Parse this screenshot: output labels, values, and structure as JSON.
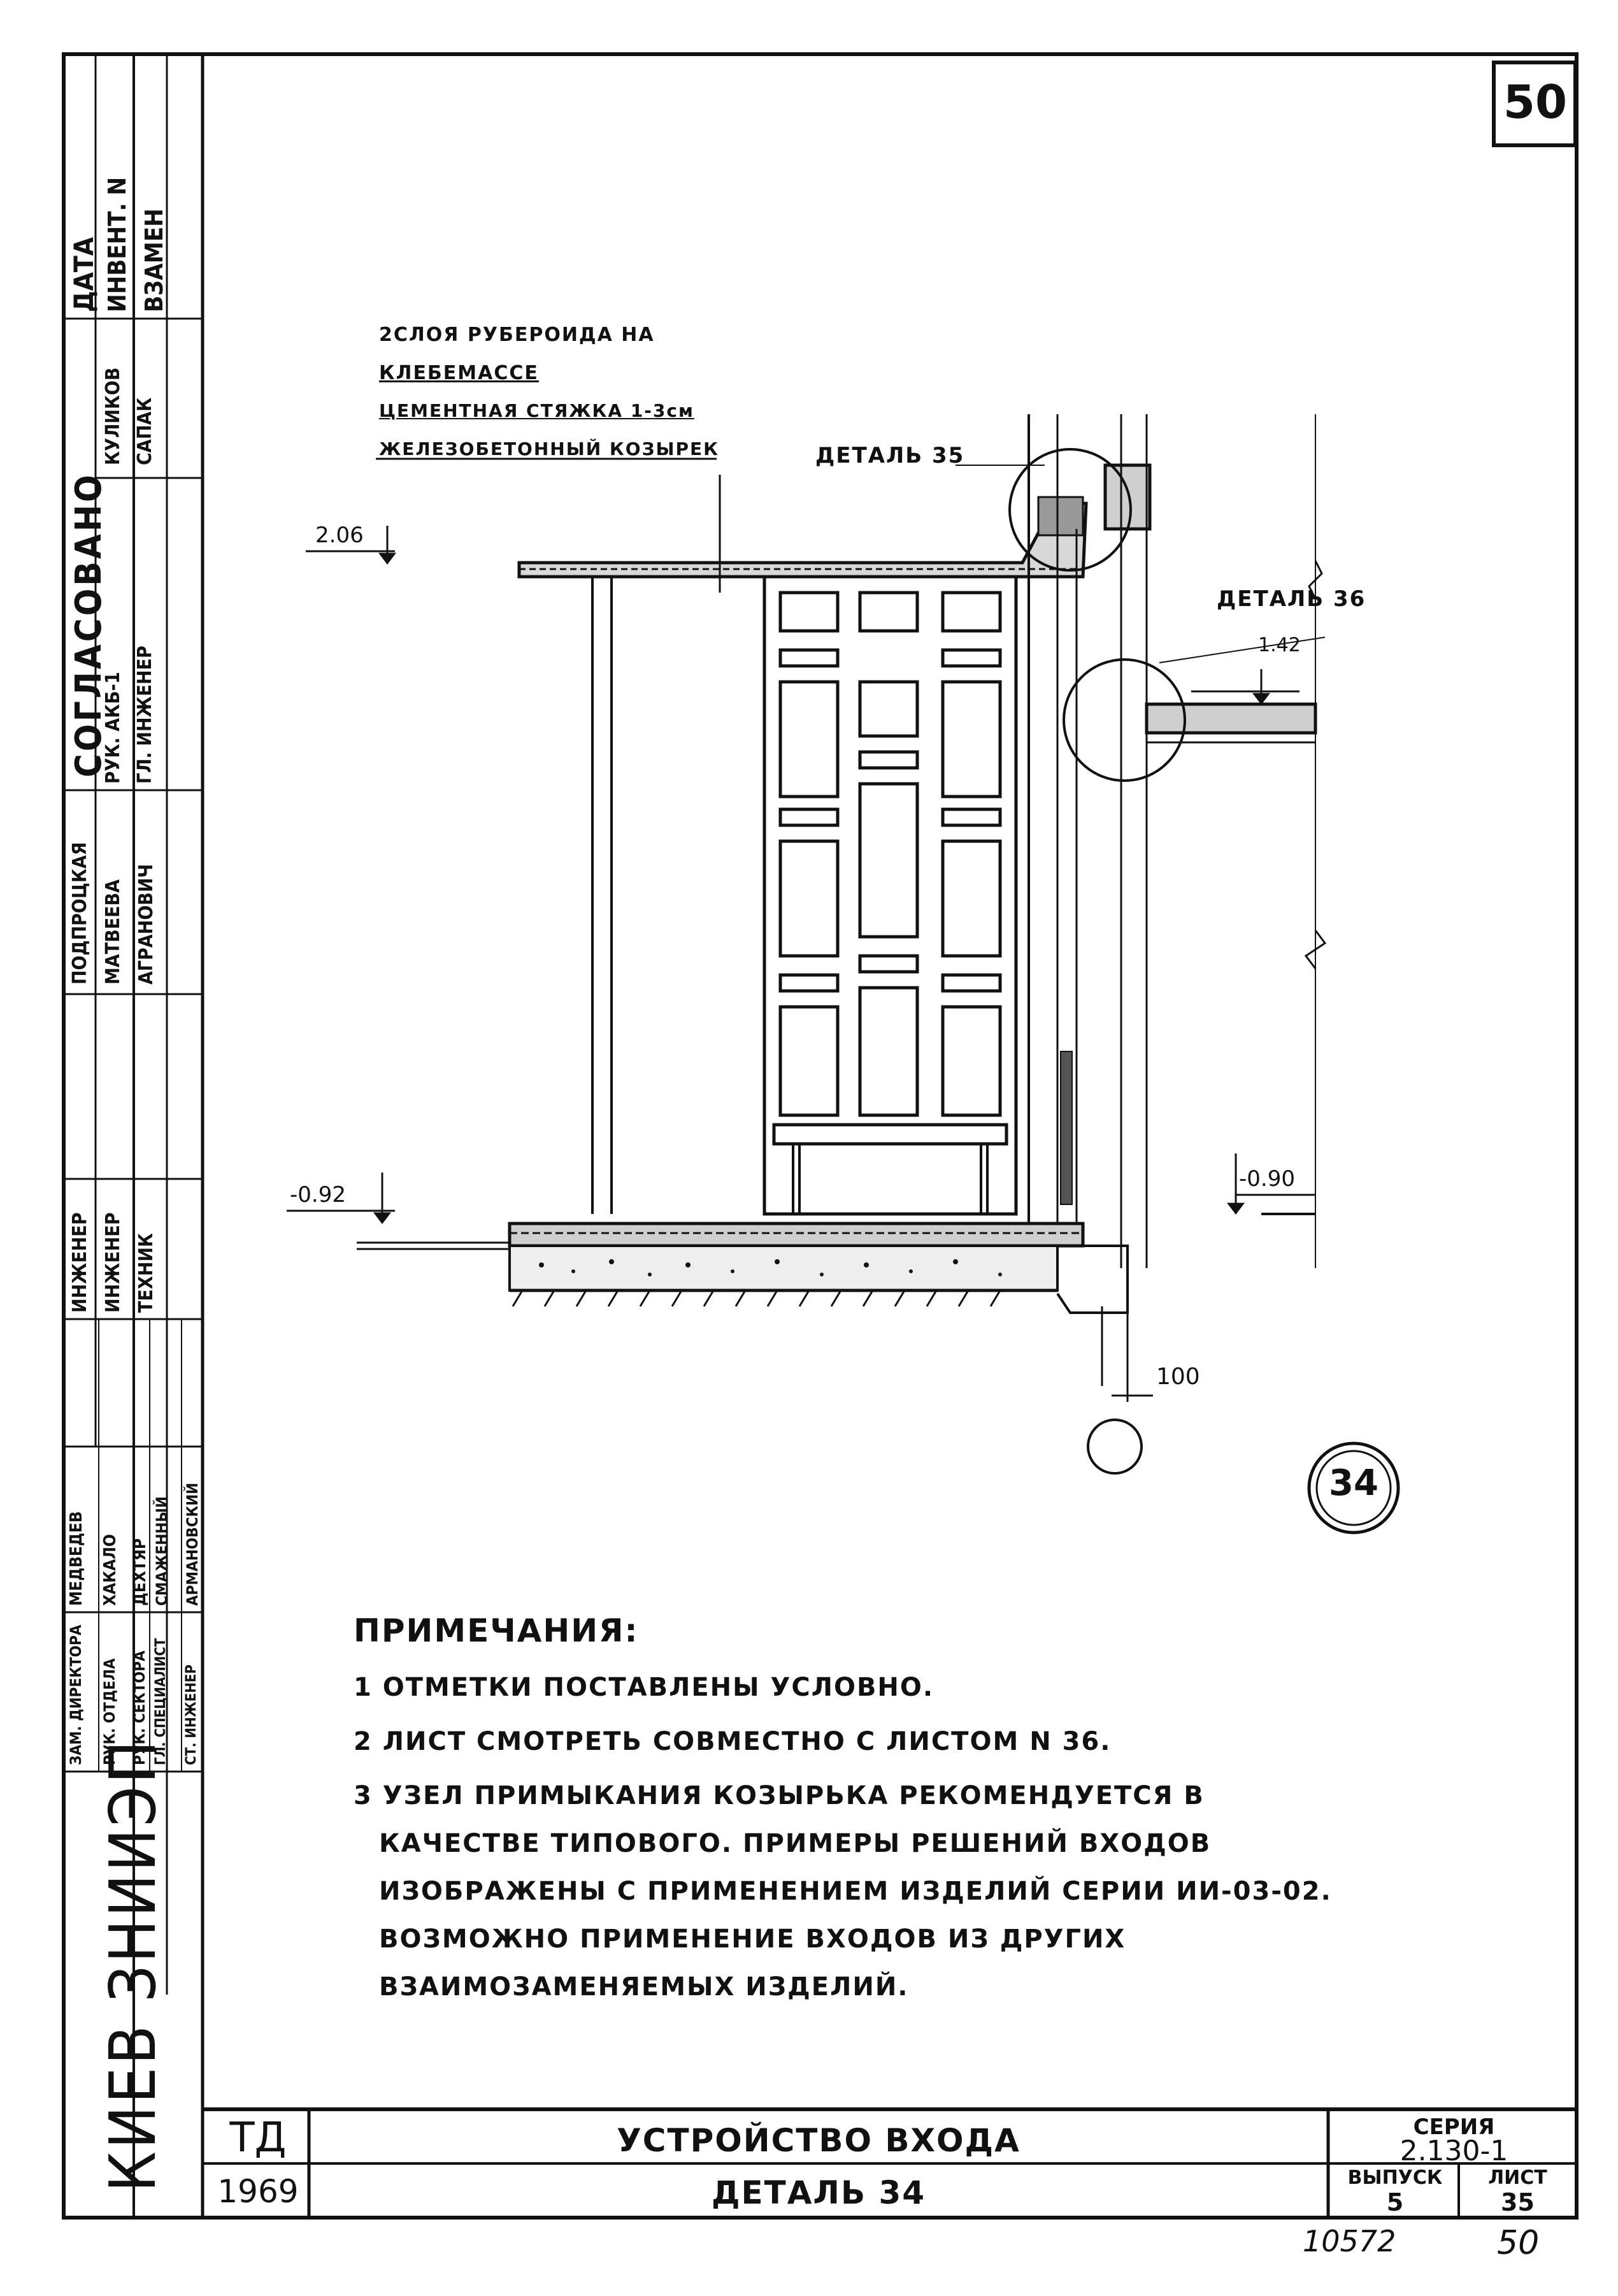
{
  "sheet_number_top": "50",
  "sidebar": {
    "headers": [
      "ДАТА",
      "ИНВЕНТ. N",
      "ВЗАМЕН"
    ],
    "agreed_title": "СОГЛАСОВАНО",
    "agreed_roles": [
      "РУК. АКБ-1",
      "ГЛ. ИНЖЕНЕР"
    ],
    "agreed_names": [
      "КУЛИКОВ",
      "САПАК"
    ],
    "signer_rows": [
      {
        "role": "ЗАМ. ДИРЕКТОРА",
        "name": "МЕДВЕДЕВ"
      },
      {
        "role": "РУК. ОТДЕЛА",
        "name": "ХАКАЛО"
      },
      {
        "role": "РУК. СЕКТОРА",
        "name": "ДЕХТЯР"
      },
      {
        "role": "ГЛ. СПЕЦИАЛИСТ",
        "name": "СМАЖЕННЫЙ"
      },
      {
        "role": "СТ. ИНЖЕНЕР",
        "name": "АРМАНОВСКИЙ"
      }
    ],
    "engineer_rows": [
      {
        "role": "ИНЖЕНЕР",
        "name": "ПОДПРОЦКАЯ"
      },
      {
        "role": "ИНЖЕНЕР",
        "name": "МАТВЕЕВА"
      },
      {
        "role": "ТЕХНИК",
        "name": "АГРАНОВИЧ"
      }
    ],
    "org": "КИЕВ ЗНИИЭП"
  },
  "drawing": {
    "layers": [
      "2СЛОЯ РУБЕРОИДА НА",
      "КЛЕБЕМАССЕ",
      "ЦЕМЕНТНАЯ СТЯЖКА 1-3см",
      "ЖЕЛЕЗОБЕТОННЫЙ КОЗЫРЕК"
    ],
    "detail_35": "ДЕТАЛЬ 35",
    "detail_36": "ДЕТАЛЬ 36",
    "levels": [
      "2.06",
      "1.42",
      "-0.92",
      "-0.90"
    ],
    "dim_100": "100",
    "detail_mark": "34"
  },
  "notes": {
    "title": "ПРИМЕЧАНИЯ:",
    "items": [
      "1 ОТМЕТКИ ПОСТАВЛЕНЫ УСЛОВНО.",
      "2 ЛИСТ СМОТРЕТЬ СОВМЕСТНО С ЛИСТОМ N 36.",
      "3 УЗЕЛ ПРИМЫКАНИЯ КОЗЫРЬКА РЕКОМЕНДУЕТСЯ В",
      "КАЧЕСТВЕ ТИПОВОГО. ПРИМЕРЫ РЕШЕНИЙ ВХОДОВ",
      "ИЗОБРАЖЕНЫ С ПРИМЕНЕНИЕМ ИЗДЕЛИЙ СЕРИИ ИИ-03-02.",
      "ВОЗМОЖНО ПРИМЕНЕНИЕ ВХОДОВ ИЗ ДРУГИХ",
      "ВЗАИМОЗАМЕНЯЕМЫХ ИЗДЕЛИЙ."
    ]
  },
  "title_block": {
    "td": "ТД",
    "year": "1969",
    "title1": "УСТРОЙСТВО ВХОДА",
    "title2": "ДЕТАЛЬ 34",
    "series_label": "СЕРИЯ",
    "series_value": "2.130-1",
    "issue_label": "ВЫПУСК",
    "issue_value": "5",
    "sheet_label": "ЛИСТ",
    "sheet_value": "35"
  },
  "footer": {
    "inventory_number": "10572",
    "page": "50"
  }
}
